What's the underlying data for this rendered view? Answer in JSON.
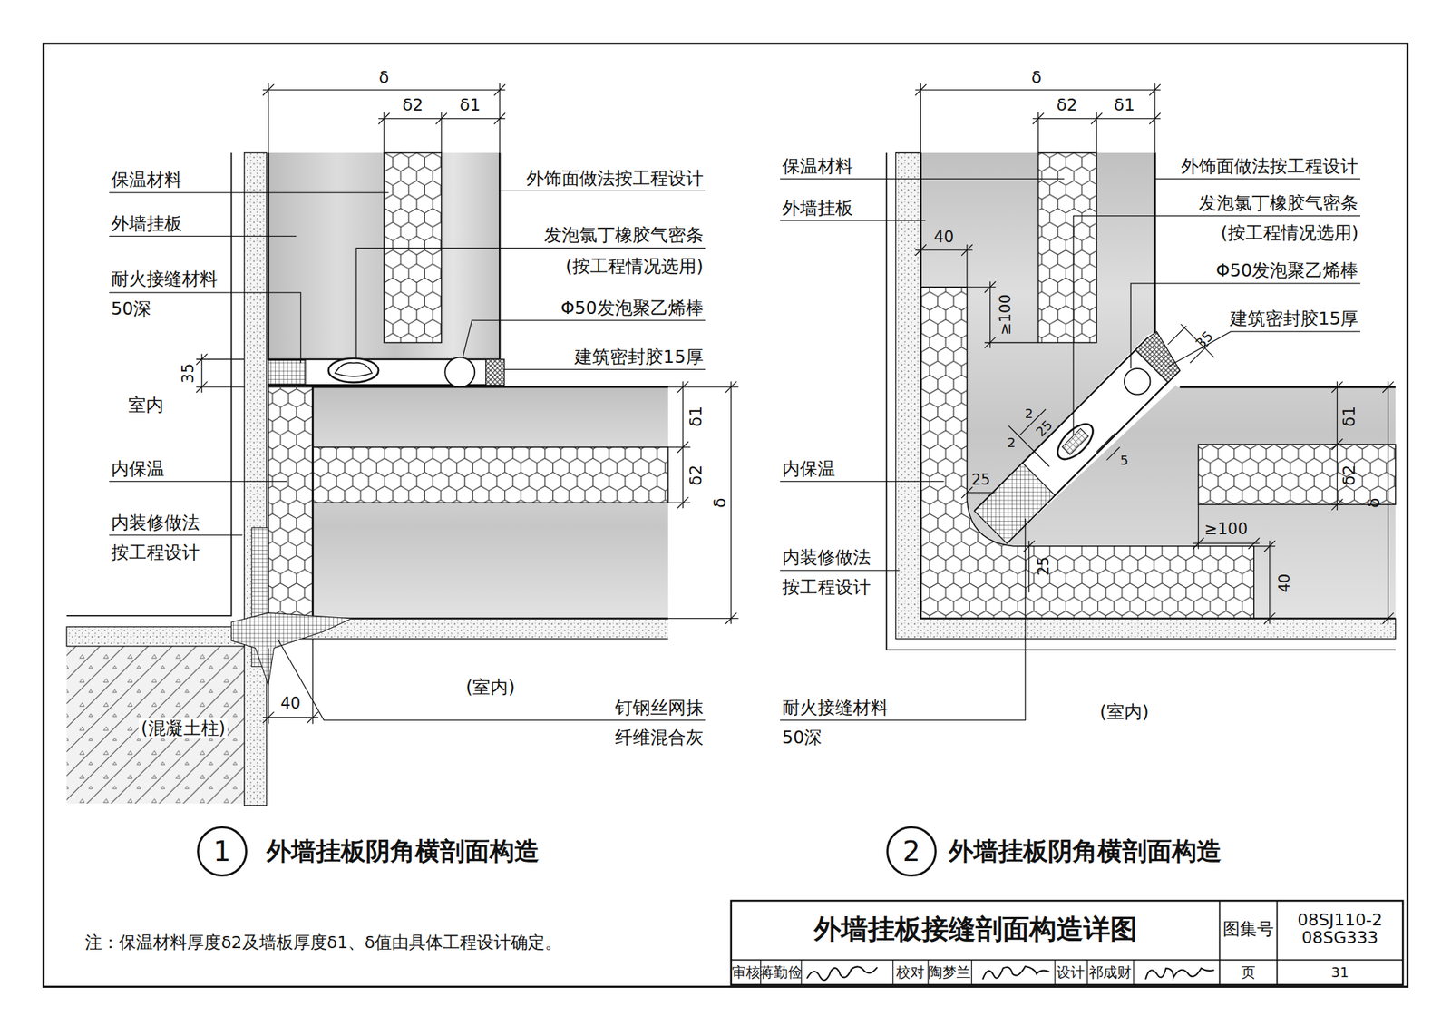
{
  "diagram": {
    "title": "外墙挂板接缝剖面构造详图",
    "nodes": [
      {
        "text": [
          "1"
        ]
      },
      {
        "text": [
          "2"
        ]
      }
    ],
    "labels": [
      "δ",
      "δ2",
      "δ1",
      "保温材料",
      "外墙挂板",
      "耐火接缝材料",
      "50深",
      "外饰面做法按工程设计",
      "发泡氯丁橡胶气密条",
      "(按工程情况选用)",
      "Φ50发泡聚乙烯棒",
      "建筑密封胶15厚",
      "35",
      "室内",
      "内保温",
      "内装修做法",
      "按工程设计",
      "δ1",
      "δ2",
      "δ",
      "(混凝土柱)",
      "(室内)",
      "40",
      "钉钢丝网抹",
      "纤维混合灰",
      "δ",
      "δ2",
      "δ1",
      "保温材料",
      "外墙挂板",
      "40",
      "≥100",
      "外饰面做法按工程设计",
      "发泡氯丁橡胶气密条",
      "(按工程情况选用)",
      "Φ50发泡聚乙烯棒",
      "建筑密封胶15厚",
      "35",
      "2",
      "25",
      "2",
      "5",
      "内保温",
      "25",
      "内装修做法",
      "按工程设计",
      "25",
      "≥100",
      "δ1",
      "δ2",
      "δ",
      "40",
      "耐火接缝材料",
      "50深",
      "(室内)",
      "外墙挂板阴角横剖面构造",
      "外墙挂板阴角横剖面构造",
      "注：保温材料厚度δ2及墙板厚度δ1、δ值由具体工程设计确定。",
      "图集号",
      "08SJ110-2 08SG333",
      "审核",
      "蒋勤俭",
      "校对",
      "陶梦兰",
      "设计",
      "祁成财",
      "页",
      "31"
    ]
  }
}
